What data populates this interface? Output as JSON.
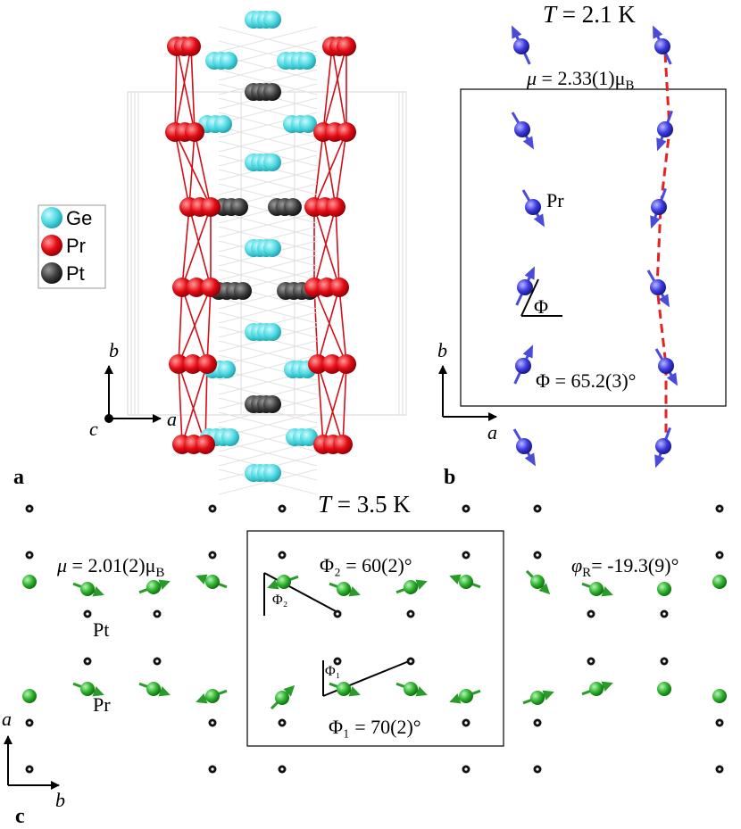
{
  "panel_a": {
    "panel_label": "a",
    "legend": [
      {
        "label": "Ge",
        "color": "#49d6df"
      },
      {
        "label": "Pr",
        "color": "#e30b14"
      },
      {
        "label": "Pt",
        "color": "#3a3a3a"
      }
    ],
    "axis_b": "b",
    "axis_a": "a",
    "axis_c": "c"
  },
  "panel_b": {
    "panel_label": "b",
    "title_T": "T",
    "title_value": " = 2.1 K",
    "mu_symbol": "μ",
    "mu_value": " = 2.33(1)μ",
    "mu_sub": "B",
    "atom_label": "Pr",
    "phi_symbol": "Φ",
    "phi_value": "Φ = 65.2(3)°",
    "axis_b": "b",
    "axis_a": "a",
    "colors": {
      "atom": "#3a3ae0",
      "arrow": "#4b4bd9",
      "dashed": "#e52222"
    }
  },
  "panel_c": {
    "panel_label": "c",
    "title_T": "T",
    "title_value": " = 3.5 K",
    "mu_symbol": "μ",
    "mu_value": " = 2.01(2)μ",
    "mu_sub": "B",
    "phi2_value": "Φ₂ = 60(2)°",
    "phi1_value": "Φ₁ = 70(2)°",
    "phiR_symbol": "φ",
    "phiR_sub": "R",
    "phiR_value": "= -19.3(9)°",
    "phi2_small": "Φ₂",
    "phi1_small": "Φ₁",
    "pt_label": "Pt",
    "pr_label": "Pr",
    "axis_a": "a",
    "axis_b": "b",
    "colors": {
      "atom": "#2fb22f",
      "pt": "#111111"
    }
  }
}
